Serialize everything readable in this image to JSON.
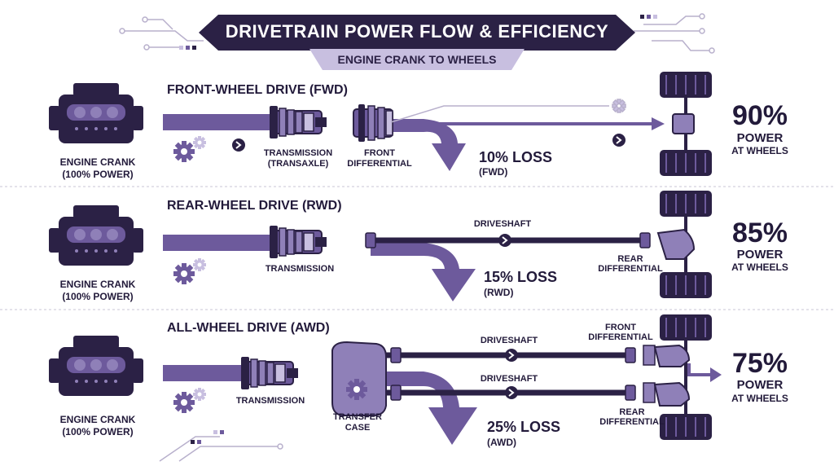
{
  "header": {
    "title": "DRIVETRAIN POWER FLOW & EFFICIENCY",
    "subtitle": "ENGINE CRANK TO WHEELS"
  },
  "colors": {
    "dark": "#2b2145",
    "purple": "#6d5a9c",
    "light_purple": "#c8bfe0",
    "mid_purple": "#8f80b8"
  },
  "rows": [
    {
      "title": "FRONT-WHEEL DRIVE (FWD)",
      "engine_label": "ENGINE CRANK",
      "engine_sub": "(100% POWER)",
      "components": {
        "transmission": "TRANSMISSION",
        "transmission_sub": "(TRANSAXLE)",
        "front_diff": "FRONT",
        "front_diff_sub": "DIFFERENTIAL"
      },
      "loss": "10% LOSS",
      "loss_sub": "(FWD)",
      "power_percent": "90%",
      "power_label": "POWER",
      "power_label2": "AT WHEELS"
    },
    {
      "title": "REAR-WHEEL DRIVE (RWD)",
      "engine_label": "ENGINE CRANK",
      "engine_sub": "(100% POWER)",
      "components": {
        "transmission": "TRANSMISSION",
        "driveshaft": "DRIVESHAFT",
        "rear_diff": "REAR",
        "rear_diff_sub": "DIFFERENTIAL"
      },
      "loss": "15% LOSS",
      "loss_sub": "(RWD)",
      "power_percent": "85%",
      "power_label": "POWER",
      "power_label2": "AT WHEELS"
    },
    {
      "title": "ALL-WHEEL DRIVE (AWD)",
      "engine_label": "ENGINE CRANK",
      "engine_sub": "(100% POWER)",
      "components": {
        "transmission": "TRANSMISSION",
        "transfer": "TRANSFER",
        "transfer_sub": "CASE",
        "driveshaft_top": "DRIVESHAFT",
        "driveshaft_bottom": "DRIVESHAFT",
        "front_diff": "FRONT",
        "front_diff_sub": "DIFFERENTIAL",
        "rear_diff": "REAR",
        "rear_diff_sub": "DIFFERENTIAL"
      },
      "loss": "25% LOSS",
      "loss_sub": "(AWD)",
      "power_percent": "75%",
      "power_label": "POWER",
      "power_label2": "AT WHEELS"
    }
  ]
}
